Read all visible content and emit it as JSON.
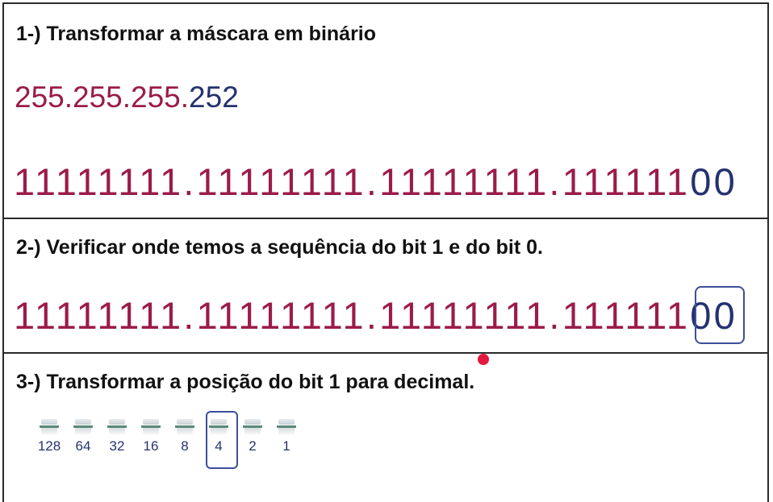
{
  "section1": {
    "heading": "1-) Transformar a máscara em binário",
    "mask_red": "255.255.255.",
    "mask_blue": "252",
    "binary_red": "11111111.11111111.11111111.",
    "binary_red_tail": "111111",
    "binary_blue": "00"
  },
  "section2": {
    "heading": "2-) Verificar onde temos a sequência do bit 1 e do bit 0.",
    "binary_red": "11111111.11111111.11111111.",
    "binary_red_tail": "111111",
    "binary_blue": "00"
  },
  "section3": {
    "heading": "3-) Transformar a posição do bit 1 para decimal.",
    "bits": [
      "128",
      "64",
      "32",
      "16",
      "8",
      "4",
      "2",
      "1"
    ],
    "highlighted_bit": "4"
  },
  "colors": {
    "primary_red": "#9b1b4a",
    "primary_blue": "#253270",
    "highlight_box": "#3b4f9a",
    "pointer_dot": "#e5173f"
  }
}
